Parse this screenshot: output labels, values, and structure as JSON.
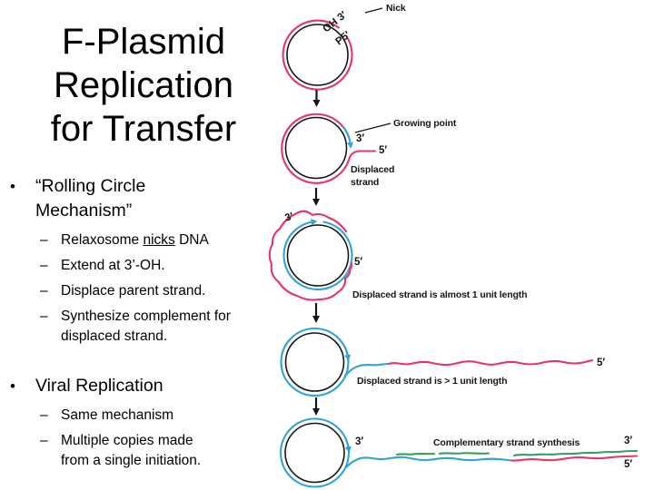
{
  "title": {
    "line1": "F-Plasmid",
    "line2": "Replication",
    "line3": "for Transfer"
  },
  "bullets": {
    "marker": "•",
    "dash": "–",
    "item1": {
      "label": "“Rolling Circle Mechanism”",
      "sub1": {
        "pre": "Relaxosome ",
        "underlined": "nicks",
        "post": " DNA"
      },
      "sub2": "Extend at 3’-OH.",
      "sub3": "Displace parent strand.",
      "sub4": {
        "line1": "Synthesize complement for",
        "line2": "displaced strand."
      }
    },
    "item2": {
      "label": "Viral Replication",
      "sub1": "Same mechanism",
      "sub2": {
        "line1": "Multiple copies made",
        "line2": "from a single initiation."
      }
    }
  },
  "diagram": {
    "stage1": {
      "nick": "Nick",
      "oh3": "OH 3′",
      "p5": "P5′"
    },
    "stage2": {
      "growing_point": "Growing point",
      "three_prime": "3′",
      "five_prime": "5′",
      "displaced1": "Displaced",
      "displaced2": "strand"
    },
    "stage3": {
      "three_prime": "3′",
      "five_prime": "5′",
      "caption": "Displaced strand is almost 1 unit length"
    },
    "stage4": {
      "caption": "Displaced strand is > 1 unit length",
      "five_prime": "5′"
    },
    "stage5": {
      "three_prime_fork": "3′",
      "caption": "Complementary strand synthesis",
      "three_prime_end": "3′",
      "five_prime_end": "5′"
    }
  },
  "colors": {
    "pink": "#e8336d",
    "blue": "#2ea3d6",
    "green": "#349e60",
    "ink": "#161616"
  }
}
